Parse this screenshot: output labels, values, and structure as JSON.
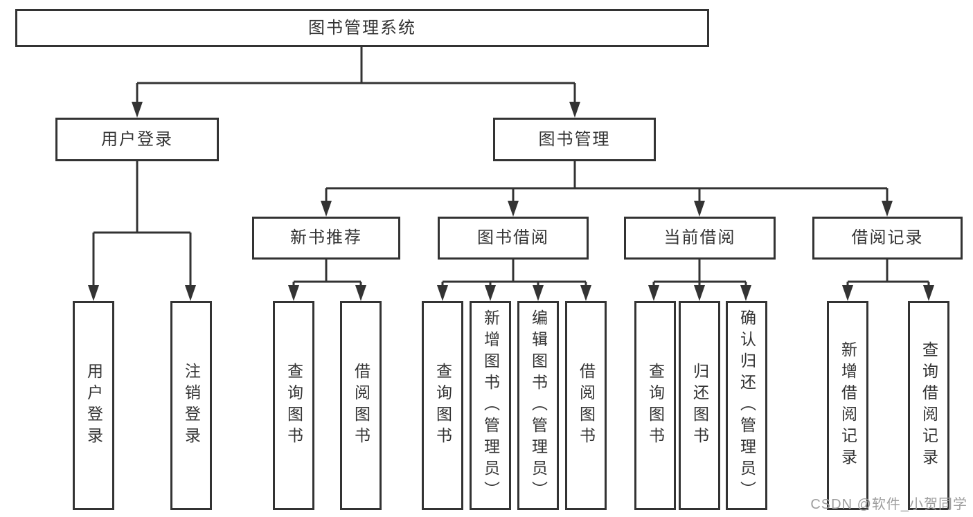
{
  "diagram": {
    "root": "图书管理系统",
    "branches": [
      {
        "label": "用户登录",
        "children": [
          "用户登录",
          "注销登录"
        ]
      },
      {
        "label": "图书管理",
        "sections": [
          {
            "label": "新书推荐",
            "children": [
              "查询图书",
              "借阅图书"
            ]
          },
          {
            "label": "图书借阅",
            "children": [
              "查询图书",
              "新增图书（管理员）",
              "编辑图书（管理员）",
              "借阅图书"
            ]
          },
          {
            "label": "当前借阅",
            "children": [
              "查询图书",
              "归还图书",
              "确认归还（管理员）"
            ]
          },
          {
            "label": "借阅记录",
            "children": [
              "新增借阅记录",
              "查询借阅记录"
            ]
          }
        ]
      }
    ]
  },
  "watermark": "CSDN @软件_小贺同学",
  "colors": {
    "line": "#333333",
    "box_border": "#333333",
    "box_fill": "#ffffff",
    "text": "#333333",
    "watermark": "#9e9e9e",
    "background": "#ffffff"
  }
}
